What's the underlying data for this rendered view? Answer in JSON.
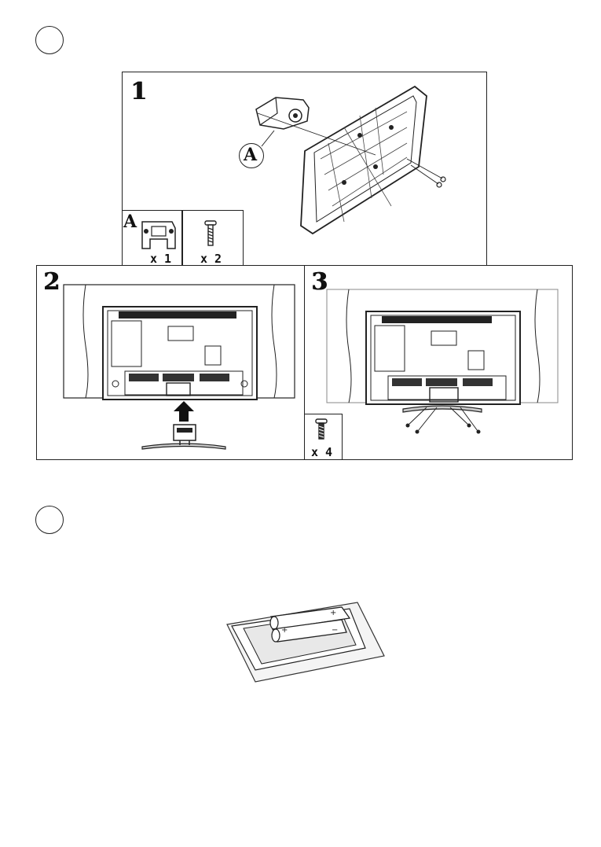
{
  "section_stand": {
    "step1": {
      "number": "1",
      "part_label": "A",
      "parts_box": {
        "part_letter": "A",
        "bracket_qty": "x 1",
        "screw_qty": "x 2"
      }
    },
    "step2": {
      "number": "2"
    },
    "step3": {
      "number": "3",
      "screw_qty": "x 4"
    }
  },
  "section_battery": {
    "plus_sign": "+",
    "minus_sign": "−"
  }
}
